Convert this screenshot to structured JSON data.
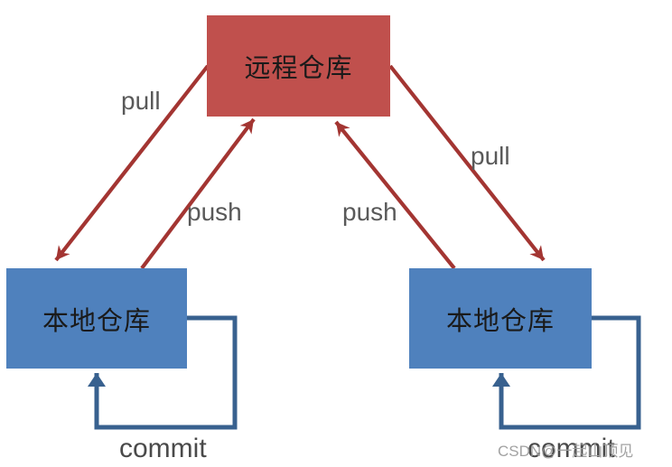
{
  "colors": {
    "remote_box": "#c0504d",
    "local_box": "#4f81bd",
    "red_arrow": "#a33532",
    "blue_arrow": "#38618f",
    "edge_label": "#595959",
    "box_label": "#1a1a1a",
    "watermark": "#9e9e9e",
    "background": "#ffffff"
  },
  "nodes": {
    "remote_repo": {
      "label": "远程仓库"
    },
    "local_repo_left": {
      "label": "本地仓库"
    },
    "local_repo_right": {
      "label": "本地仓库"
    }
  },
  "edges": {
    "pull_left": {
      "label": "pull"
    },
    "push_left": {
      "label": "push"
    },
    "push_right": {
      "label": "push"
    },
    "pull_right": {
      "label": "pull"
    },
    "commit_left": {
      "label": "commit"
    },
    "commit_right": {
      "label": "commit"
    }
  },
  "watermark": {
    "text": "CSDN@一起山顶见"
  }
}
